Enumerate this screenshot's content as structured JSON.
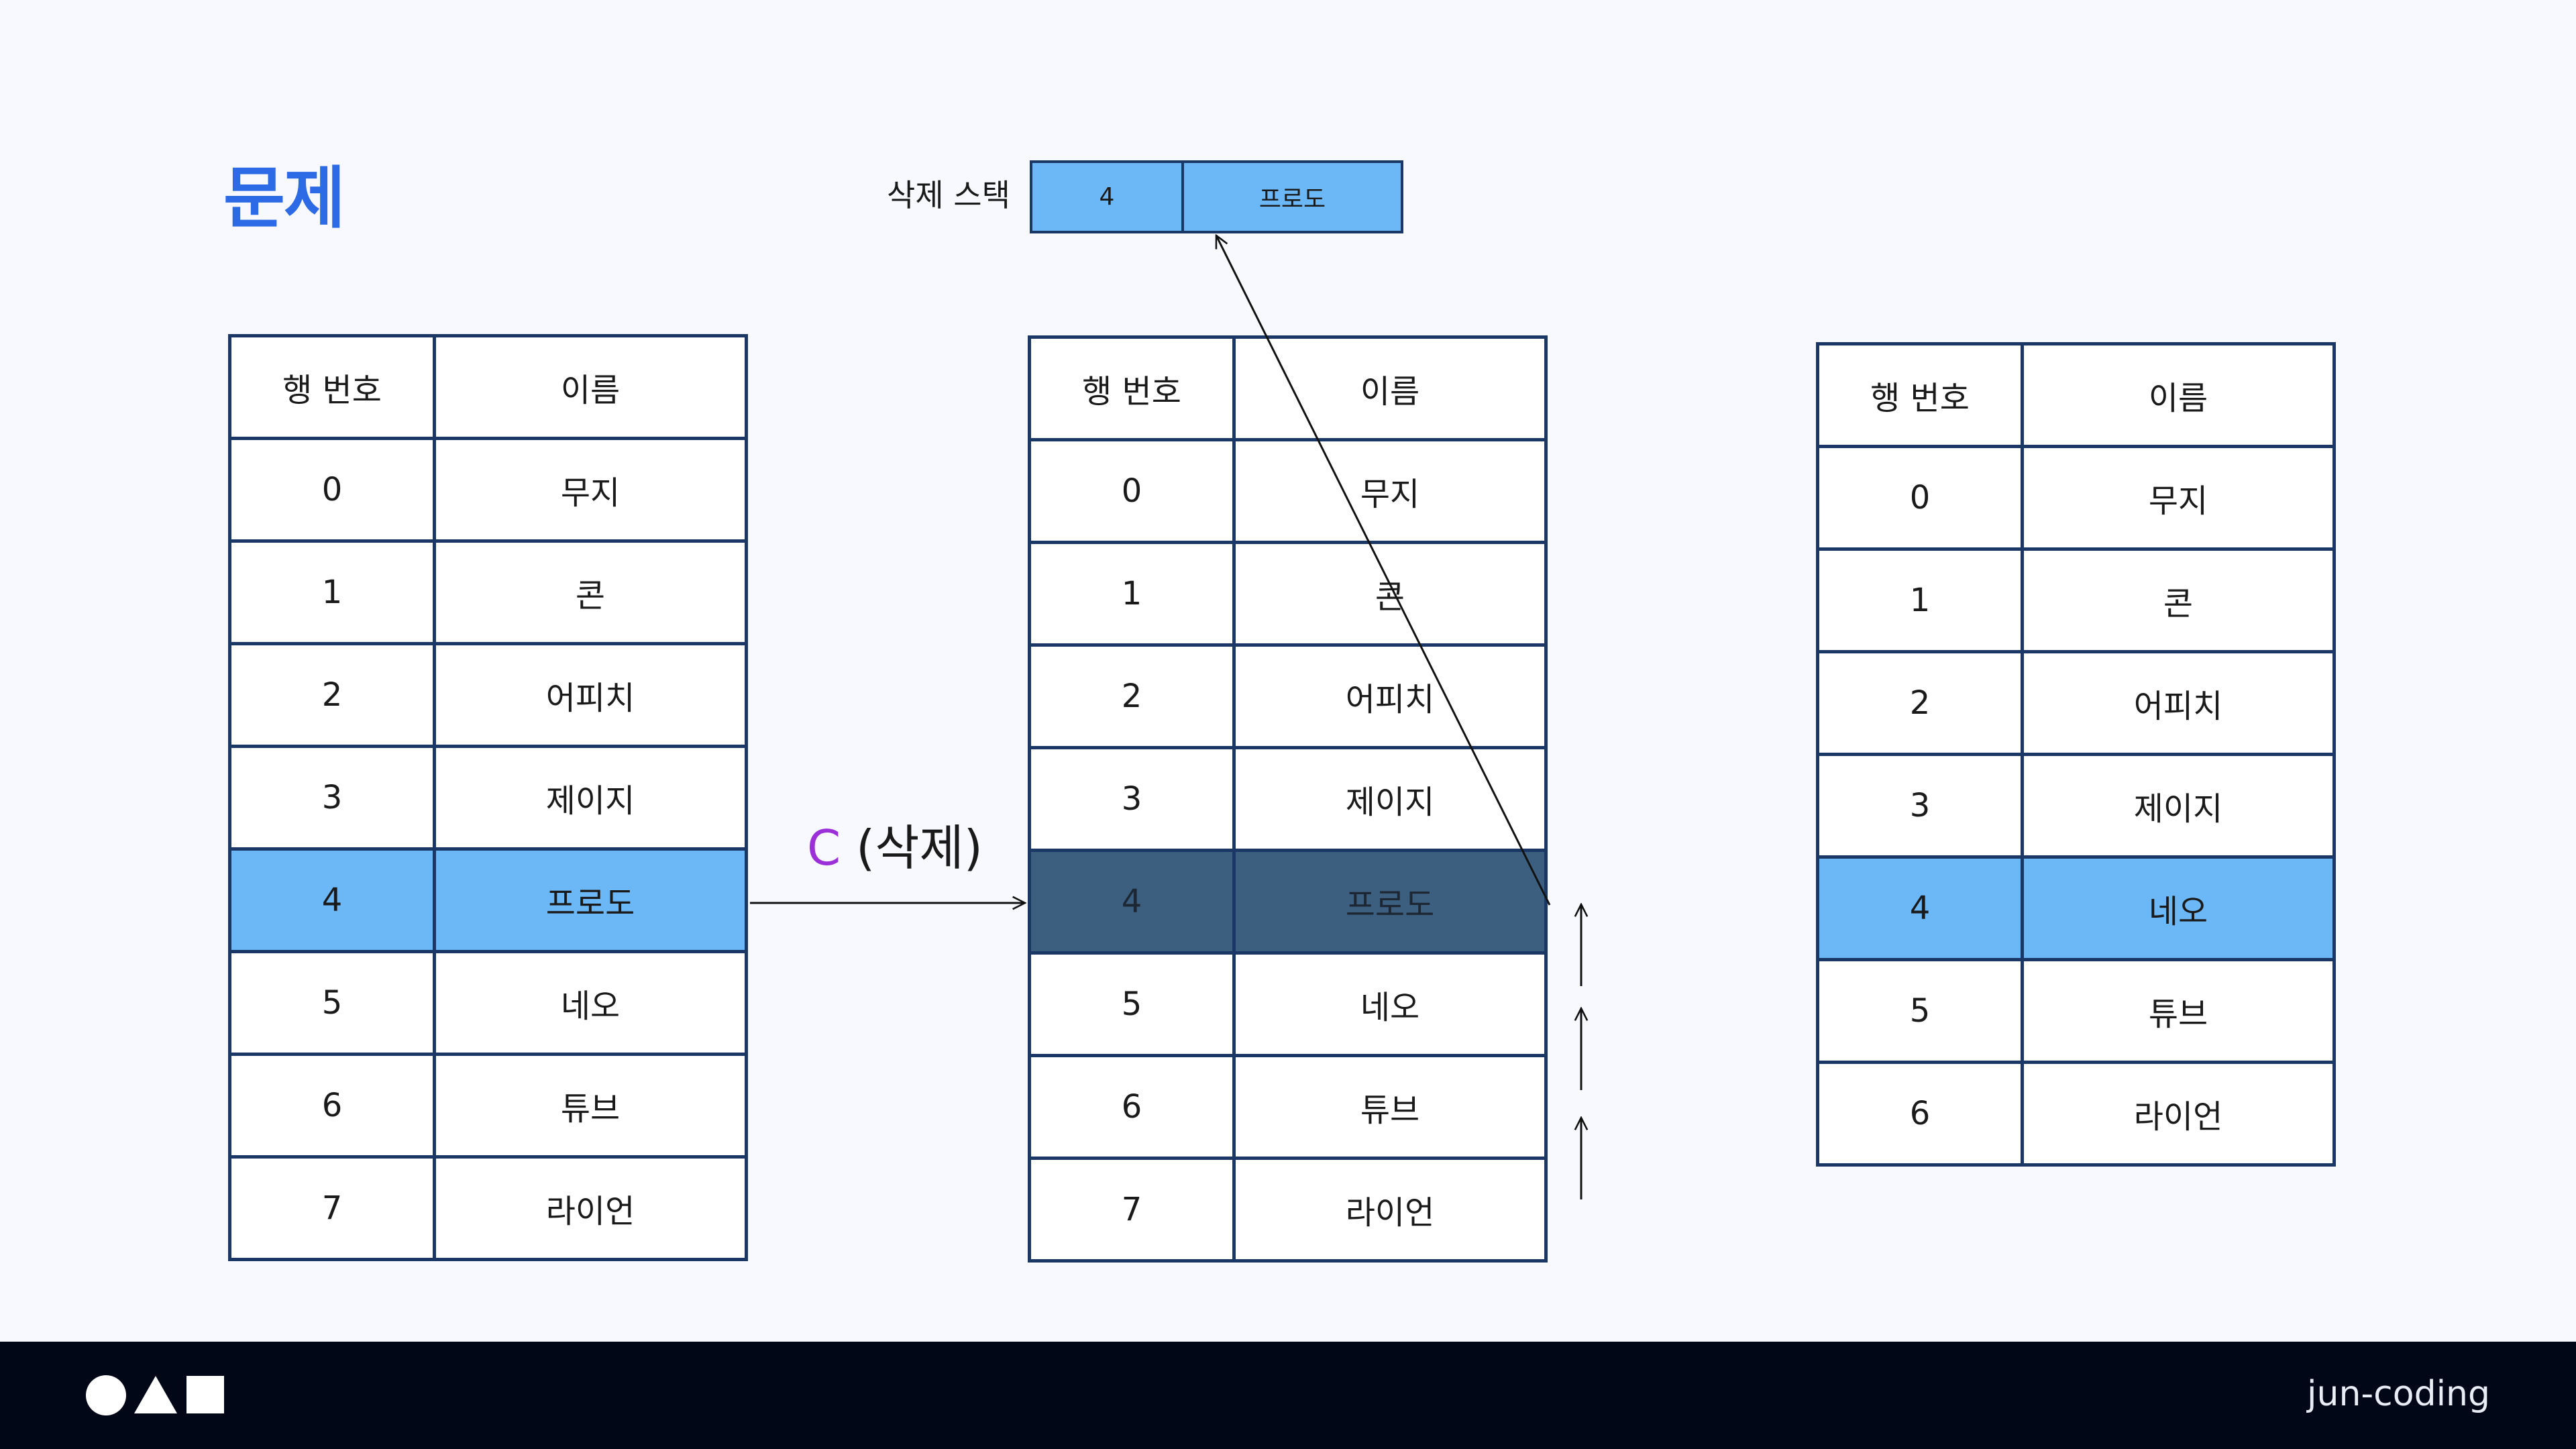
{
  "title": "문제",
  "stack": {
    "label": "삭제 스택",
    "row": {
      "num": "4",
      "name": "프로도"
    }
  },
  "command": {
    "letter": "C",
    "text": "(삭제)"
  },
  "tables": {
    "before": {
      "header": {
        "num": "행 번호",
        "name": "이름"
      },
      "rows": [
        {
          "num": "0",
          "name": "무지"
        },
        {
          "num": "1",
          "name": "콘"
        },
        {
          "num": "2",
          "name": "어피치"
        },
        {
          "num": "3",
          "name": "제이지"
        },
        {
          "num": "4",
          "name": "프로도"
        },
        {
          "num": "5",
          "name": "네오"
        },
        {
          "num": "6",
          "name": "튜브"
        },
        {
          "num": "7",
          "name": "라이언"
        }
      ]
    },
    "during": {
      "header": {
        "num": "행 번호",
        "name": "이름"
      },
      "rows": [
        {
          "num": "0",
          "name": "무지"
        },
        {
          "num": "1",
          "name": "콘"
        },
        {
          "num": "2",
          "name": "어피치"
        },
        {
          "num": "3",
          "name": "제이지"
        },
        {
          "num": "4",
          "name": "프로도"
        },
        {
          "num": "5",
          "name": "네오"
        },
        {
          "num": "6",
          "name": "튜브"
        },
        {
          "num": "7",
          "name": "라이언"
        }
      ]
    },
    "after": {
      "header": {
        "num": "행 번호",
        "name": "이름"
      },
      "rows": [
        {
          "num": "0",
          "name": "무지"
        },
        {
          "num": "1",
          "name": "콘"
        },
        {
          "num": "2",
          "name": "어피치"
        },
        {
          "num": "3",
          "name": "제이지"
        },
        {
          "num": "4",
          "name": "네오"
        },
        {
          "num": "5",
          "name": "튜브"
        },
        {
          "num": "6",
          "name": "라이언"
        }
      ]
    }
  },
  "footer": {
    "brand": "jun-coding",
    "logo_icons": [
      "circle-icon",
      "triangle-icon",
      "square-icon"
    ]
  },
  "colors": {
    "title": "#2d6be6",
    "highlight": "#6cb8f7",
    "deleted_row": "#3c5f80",
    "border": "#1b3766",
    "command_letter": "#9b2fd8",
    "footer": "#020718"
  }
}
